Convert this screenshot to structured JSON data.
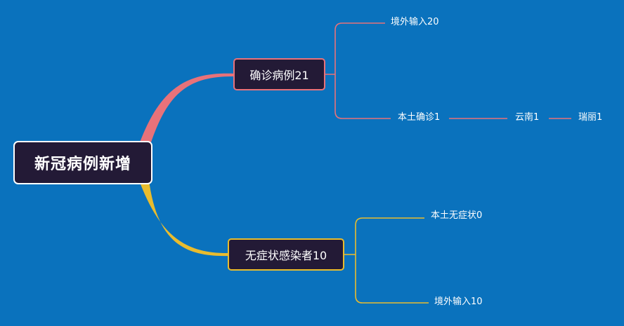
{
  "mindmap": {
    "root": "新冠病例新增",
    "branches": [
      {
        "label": "确诊病例21",
        "color": "#e8727a",
        "children": [
          {
            "label": "境外输入20"
          },
          {
            "label": "本土确诊1",
            "children": [
              {
                "label": "云南1",
                "children": [
                  {
                    "label": "瑞丽1"
                  }
                ]
              }
            ]
          }
        ]
      },
      {
        "label": "无症状感染者10",
        "color": "#e9bc2e",
        "children": [
          {
            "label": "本土无症状0"
          },
          {
            "label": "境外输入10"
          }
        ]
      }
    ]
  },
  "colors": {
    "background": "#0a72bd",
    "node_fill": "#231a36",
    "root_border": "#ffffff",
    "text": "#ffffff"
  }
}
